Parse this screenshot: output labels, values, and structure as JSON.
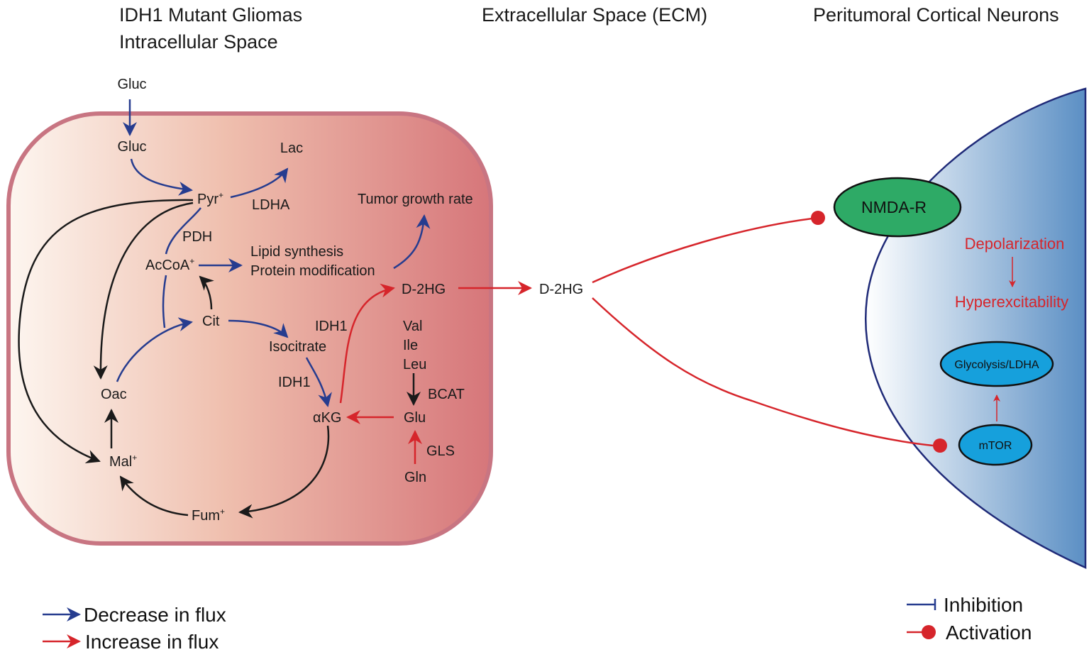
{
  "headers": {
    "left_line1": "IDH1 Mutant Gliomas",
    "left_line2": "Intracellular Space",
    "middle": "Extracellular Space (ECM)",
    "right": "Peritumoral Cortical Neurons"
  },
  "metabolites": {
    "gluc_outside": "Gluc",
    "gluc_inside": "Gluc",
    "lac": "Lac",
    "pyr": "Pyr",
    "ldha": "LDHA",
    "tumor_growth": "Tumor growth rate",
    "pdh": "PDH",
    "acetyl_coa": "AcCoA",
    "lipid_synthesis": "Lipid synthesis",
    "protein_modification": "Protein modification",
    "d2hg_inside": "D-2HG",
    "cit": "Cit",
    "idh1_upper": "IDH1",
    "isocitrate": "Isocitrate",
    "val": "Val",
    "ile": "Ile",
    "leu": "Leu",
    "idh1_lower": "IDH1",
    "bcat": "BCAT",
    "oac": "Oac",
    "akg": "αKG",
    "glu": "Glu",
    "gls": "GLS",
    "mal": "Mal",
    "gln": "Gln",
    "fum": "Fum",
    "d2hg_ecm": "D-2HG",
    "plus": "+"
  },
  "neuron": {
    "nmda_r": "NMDA-R",
    "depolarization": "Depolarization",
    "hyperexcitability": "Hyperexcitability",
    "glycolysis_ldha": "Glycolysis/LDHA",
    "mtor": "mTOR"
  },
  "legend": {
    "decrease": "Decrease in flux",
    "increase": "Increase in flux",
    "inhibition": "Inhibition",
    "activation": "Activation"
  },
  "colors": {
    "blue_arrow": "#263c8f",
    "red_arrow": "#d6252b",
    "black_arrow": "#1a1a1a",
    "cell_border": "#c87582",
    "cell_fill_start": "#fdf3ec",
    "cell_fill_end": "#d77a7c",
    "neuron_fill_start": "#ffffff",
    "neuron_fill_end": "#5b8fc4",
    "nmda_fill": "#2eaa66",
    "cyan_node": "#16a0dc"
  }
}
